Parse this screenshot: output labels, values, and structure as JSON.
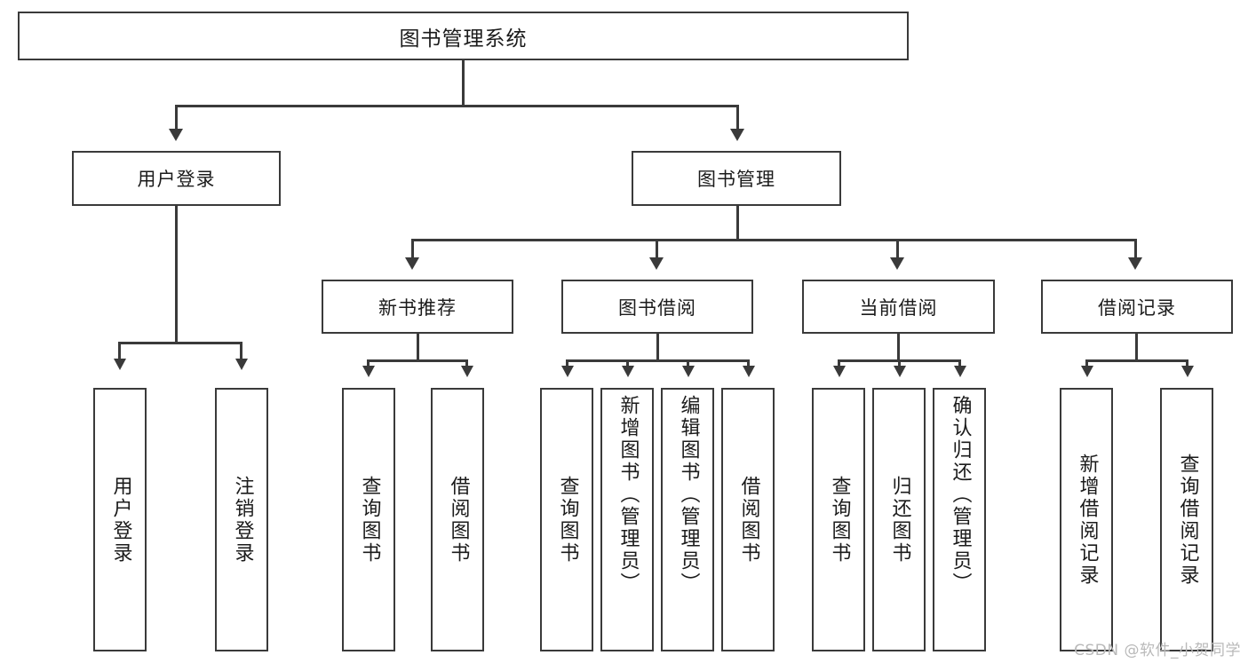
{
  "diagram": {
    "title": "图书管理系统",
    "type": "tree",
    "root": {
      "label": "图书管理系统"
    },
    "level2": [
      {
        "label": "用户登录"
      },
      {
        "label": "图书管理"
      }
    ],
    "level3": [
      {
        "label": "新书推荐"
      },
      {
        "label": "图书借阅"
      },
      {
        "label": "当前借阅"
      },
      {
        "label": "借阅记录"
      }
    ],
    "leaves": {
      "user_login": [
        {
          "label": "用户登录"
        },
        {
          "label": "注销登录"
        }
      ],
      "new_book_recommend": [
        {
          "label": "查询图书"
        },
        {
          "label": "借阅图书"
        }
      ],
      "book_borrow": [
        {
          "label": "查询图书"
        },
        {
          "label": "新增图书（管理员）"
        },
        {
          "label": "编辑图书（管理员）"
        },
        {
          "label": "借阅图书"
        }
      ],
      "current_borrow": [
        {
          "label": "查询图书"
        },
        {
          "label": "归还图书"
        },
        {
          "label": "确认归还（管理员）"
        }
      ],
      "borrow_record": [
        {
          "label": "新增借阅记录"
        },
        {
          "label": "查询借阅记录"
        }
      ]
    }
  },
  "watermark": {
    "text": "CSDN @软件_小贺同学"
  },
  "colors": {
    "stroke": "#3a3a3a",
    "text": "#1b1b1b",
    "background": "#ffffff",
    "watermark": "#b9b9b9"
  }
}
